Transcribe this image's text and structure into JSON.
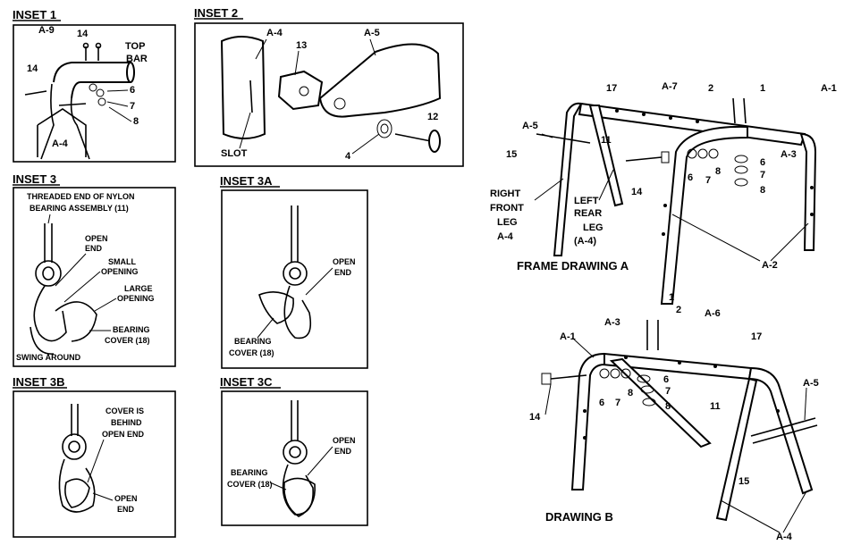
{
  "insets": {
    "inset1": {
      "title": "INSET 1",
      "labels": {
        "a9": "A-9",
        "n14a": "14",
        "n14b": "14",
        "top": "TOP",
        "bar": "BAR",
        "n6": "6",
        "n7": "7",
        "n8": "8",
        "a4": "A-4"
      }
    },
    "inset2": {
      "title": "INSET 2",
      "labels": {
        "a4": "A-4",
        "n13": "13",
        "a5": "A-5",
        "n12": "12",
        "n4": "4",
        "slot": "SLOT"
      }
    },
    "inset3": {
      "title": "INSET 3",
      "labels": {
        "threaded1": "THREADED END OF NYLON",
        "threaded2": "BEARING ASSEMBLY (11)",
        "open1": "OPEN",
        "open2": "END",
        "small1": "SMALL",
        "small2": "OPENING",
        "large1": "LARGE",
        "large2": "OPENING",
        "bearing1": "BEARING",
        "bearing2": "COVER (18)",
        "swing": "SWING AROUND"
      }
    },
    "inset3a": {
      "title": "INSET 3A",
      "labels": {
        "open1": "OPEN",
        "open2": "END",
        "bearing1": "BEARING",
        "bearing2": "COVER (18)"
      }
    },
    "inset3b": {
      "title": "INSET 3B",
      "labels": {
        "cover1": "COVER IS",
        "cover2": "BEHIND",
        "cover3": "OPEN END",
        "open1": "OPEN",
        "open2": "END"
      }
    },
    "inset3c": {
      "title": "INSET 3C",
      "labels": {
        "open1": "OPEN",
        "open2": "END",
        "bearing1": "BEARING",
        "bearing2": "COVER (18)"
      }
    }
  },
  "frame_a": {
    "title": "FRAME  DRAWING A",
    "labels": {
      "n17": "17",
      "a7": "A-7",
      "n2": "2",
      "n1": "1",
      "a1": "A-1",
      "a5": "A-5",
      "n15": "15",
      "n11": "11",
      "n14": "14",
      "n6": "6",
      "n7": "7",
      "n8": "8",
      "a3": "A-3",
      "n6b": "6",
      "n7b": "7",
      "n8b": "8",
      "rf1": "RIGHT",
      "rf2": "FRONT",
      "rf3": "LEG",
      "rf4": "A-4",
      "lr1": "LEFT",
      "lr2": "REAR",
      "lr3": "LEG",
      "lr4": "(A-4)",
      "a2": "A-2"
    }
  },
  "drawing_b": {
    "title": "DRAWING B",
    "labels": {
      "n1": "1",
      "n2": "2",
      "a3": "A-3",
      "a6": "A-6",
      "a1": "A-1",
      "n17": "17",
      "n6": "6",
      "n7": "7",
      "n8": "8",
      "n6b": "6",
      "n7b": "7",
      "n8b": "8",
      "n14": "14",
      "n11": "11",
      "a5": "A-5",
      "n15": "15",
      "a4": "A-4"
    }
  }
}
